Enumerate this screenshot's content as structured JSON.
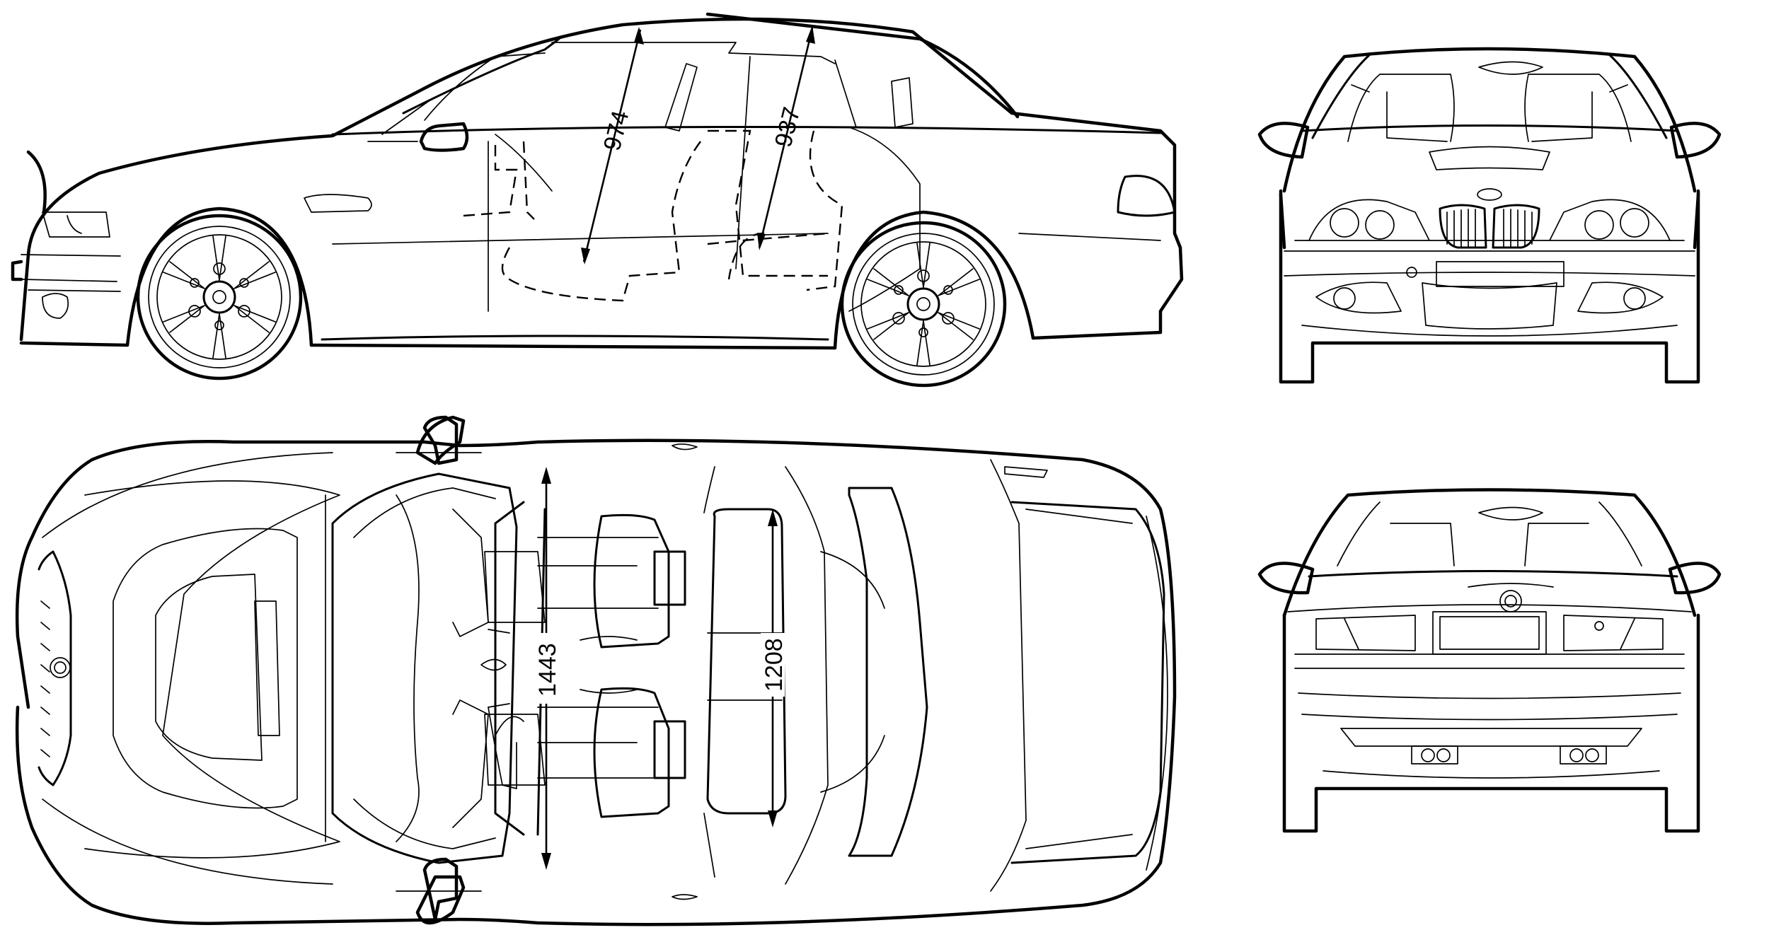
{
  "dimensions": {
    "driver_headroom": "974",
    "rear_headroom": "937",
    "front_shoulder_width": "1443",
    "rear_shoulder_width": "1208"
  }
}
